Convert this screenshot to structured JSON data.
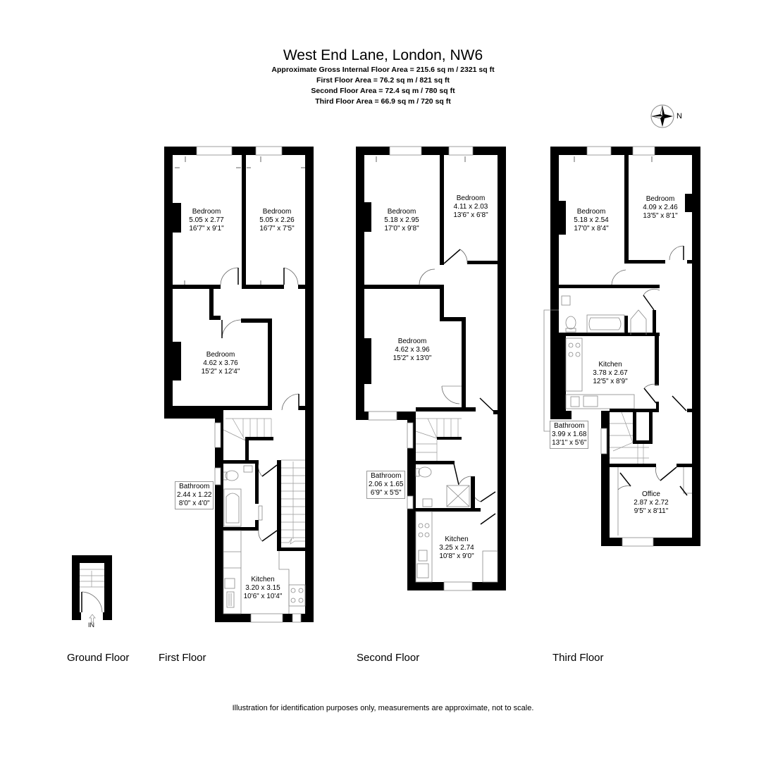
{
  "header": {
    "title": "West End Lane, London, NW6",
    "gross_area": "Approximate Gross Internal Floor Area = 215.6 sq m / 2321 sq ft",
    "first_floor_area": "First Floor Area = 76.2 sq m / 821 sq ft",
    "second_floor_area": "Second Floor Area = 72.4 sq m / 780 sq ft",
    "third_floor_area": "Third Floor Area = 66.9 sq m / 720 sq ft"
  },
  "compass": {
    "label": "N",
    "icon": "compass-rose-icon"
  },
  "floors": {
    "ground": {
      "label": "Ground Floor",
      "entrance_label": "IN"
    },
    "first": {
      "label": "First Floor",
      "rooms": [
        {
          "name": "Bedroom",
          "metric": "5.05 x 2.77",
          "imperial": "16'7\" x 9'1\""
        },
        {
          "name": "Bedroom",
          "metric": "5.05 x 2.26",
          "imperial": "16'7\" x 7'5\""
        },
        {
          "name": "Bedroom",
          "metric": "4.62 x 3.76",
          "imperial": "15'2\" x 12'4\""
        },
        {
          "name": "Bathroom",
          "metric": "2.44 x 1.22",
          "imperial": "8'0\" x 4'0\""
        },
        {
          "name": "Kitchen",
          "metric": "3.20 x 3.15",
          "imperial": "10'6\" x 10'4\""
        }
      ]
    },
    "second": {
      "label": "Second Floor",
      "rooms": [
        {
          "name": "Bedroom",
          "metric": "5.18 x 2.95",
          "imperial": "17'0\" x 9'8\""
        },
        {
          "name": "Bedroom",
          "metric": "4.11 x 2.03",
          "imperial": "13'6\" x 6'8\""
        },
        {
          "name": "Bedroom",
          "metric": "4.62 x 3.96",
          "imperial": "15'2\" x 13'0\""
        },
        {
          "name": "Bathroom",
          "metric": "2.06 x 1.65",
          "imperial": "6'9\" x 5'5\""
        },
        {
          "name": "Kitchen",
          "metric": "3.25 x 2.74",
          "imperial": "10'8\" x 9'0\""
        }
      ]
    },
    "third": {
      "label": "Third Floor",
      "rooms": [
        {
          "name": "Bedroom",
          "metric": "5.18 x 2.54",
          "imperial": "17'0\" x 8'4\""
        },
        {
          "name": "Bedroom",
          "metric": "4.09 x 2.46",
          "imperial": "13'5\" x 8'1\""
        },
        {
          "name": "Kitchen",
          "metric": "3.78 x 2.67",
          "imperial": "12'5\" x 8'9\""
        },
        {
          "name": "Bathroom",
          "metric": "3.99 x 1.68",
          "imperial": "13'1\" x 5'6\""
        },
        {
          "name": "Office",
          "metric": "2.87 x 2.72",
          "imperial": "9'5\" x 8'11\""
        }
      ]
    }
  },
  "footer": {
    "disclaimer": "Illustration for identification purposes only, measurements are approximate, not to scale."
  },
  "colors": {
    "wall": "#000000",
    "fixture_line": "#888888",
    "background": "#ffffff"
  }
}
